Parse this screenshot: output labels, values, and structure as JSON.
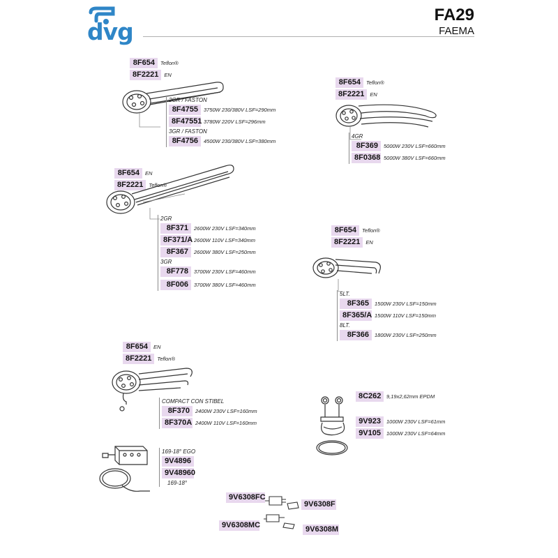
{
  "header": {
    "logo": "dvg",
    "model": "FA29",
    "brand": "FAEMA"
  },
  "colors": {
    "logo_blue": "#2f86c7",
    "code_highlight": "#e8d8ee"
  },
  "groups": [
    {
      "top": [
        {
          "code": "8F654",
          "desc": "Teflon®"
        },
        {
          "code": "8F2221",
          "desc": "EN"
        }
      ],
      "items": [
        {
          "note": "2GR / FASTON"
        },
        {
          "code": "8F4755",
          "desc": "3750W 230/380V LSF=290mm"
        },
        {
          "code": "8F47551",
          "desc": "3780W 220V LSF=296mm"
        },
        {
          "note": "3GR / FASTON"
        },
        {
          "code": "8F4756",
          "desc": "4500W 230/380V LSF=380mm"
        }
      ]
    },
    {
      "top": [
        {
          "code": "8F654",
          "desc": "Teflon®"
        },
        {
          "code": "8F2221",
          "desc": "EN"
        }
      ],
      "items": [
        {
          "note": "4GR"
        },
        {
          "code": "8F369",
          "desc": "5000W 230V LSF=660mm"
        },
        {
          "code": "8F0368",
          "desc": "5000W 380V LSF=660mm"
        }
      ]
    },
    {
      "top": [
        {
          "code": "8F654",
          "desc": "EN"
        },
        {
          "code": "8F2221",
          "desc": "Teflon®"
        }
      ],
      "items": [
        {
          "note": "2GR"
        },
        {
          "code": "8F371",
          "desc": "2600W 230V LSF=340mm"
        },
        {
          "code": "8F371/A",
          "desc": "2600W 110V LSF=340mm"
        },
        {
          "code": "8F367",
          "desc": "2600W 380V LSF=250mm"
        },
        {
          "note": "3GR"
        },
        {
          "code": "8F778",
          "desc": "3700W 230V LSF=460mm"
        },
        {
          "code": "8F006",
          "desc": "3700W 380V LSF=460mm"
        }
      ]
    },
    {
      "top": [
        {
          "code": "8F654",
          "desc": "Teflon®"
        },
        {
          "code": "8F2221",
          "desc": "EN"
        }
      ],
      "items": [
        {
          "note": "5LT."
        },
        {
          "code": "8F365",
          "desc": "1500W 230V LSF=150mm"
        },
        {
          "code": "8F365/A",
          "desc": "1500W 110V LSF=150mm"
        },
        {
          "note": "8LT."
        },
        {
          "code": "8F366",
          "desc": "1800W 230V LSF=250mm"
        }
      ]
    },
    {
      "top": [
        {
          "code": "8F654",
          "desc": "EN"
        },
        {
          "code": "8F2221",
          "desc": "Teflon®"
        }
      ],
      "items": [
        {
          "note": "COMPACT CON STIBEL"
        },
        {
          "code": "8F370",
          "desc": "2400W 230V LSF=160mm"
        },
        {
          "code": "8F370A",
          "desc": "2400W 110V LSF=160mm"
        }
      ]
    },
    {
      "top": [],
      "items": [
        {
          "code": "8C262",
          "desc": "9,19x2,62mm EPDM"
        },
        {
          "spacer": true
        },
        {
          "code": "9V923",
          "desc": "1000W 230V LSF=61mm"
        },
        {
          "code": "9V105",
          "desc": "1000W 230V LSF=64mm"
        }
      ]
    },
    {
      "top": [],
      "items": [
        {
          "note": "169-18° EGO"
        },
        {
          "code": "9V4896",
          "desc": ""
        },
        {
          "code": "9V48960",
          "desc": ""
        },
        {
          "note": "169-18°"
        }
      ]
    }
  ],
  "connectors": [
    {
      "code": "9V6308FC"
    },
    {
      "code": "9V6308F"
    },
    {
      "code": "9V6308MC"
    },
    {
      "code": "9V6308M"
    }
  ]
}
